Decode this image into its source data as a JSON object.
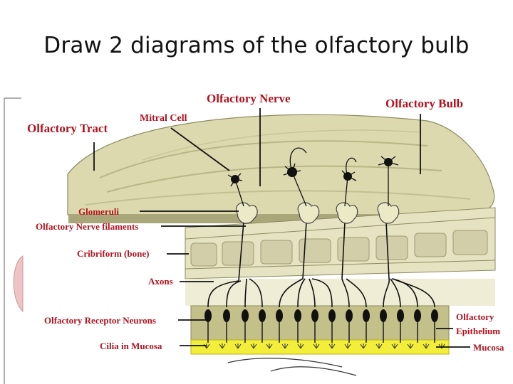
{
  "slide": {
    "title": "Draw 2 diagrams of the olfactory bulb"
  },
  "diagram": {
    "labels": {
      "olfactory_nerve": "Olfactory Nerve",
      "olfactory_bulb": "Olfactory Bulb",
      "mitral_cell": "Mitral Cell",
      "olfactory_tract": "Olfactory Tract",
      "glomeruli": "Glomeruli",
      "nerve_filaments": "Olfactory Nerve filaments",
      "cribriform": "Cribriform (bone)",
      "axons": "Axons",
      "receptor_neurons": "Olfactory Receptor Neurons",
      "cilia": "Cilia in Mucosa",
      "epithelium_line1": "Olfactory",
      "epithelium_line2": "Epithelium",
      "mucosa": "Mucosa"
    },
    "colors": {
      "bulb_fill": "#dcd9ae",
      "bulb_dark": "#a9a679",
      "bone_fill": "#e6e3c2",
      "epithelium_fill": "#c4c08a",
      "mucosa_fill": "#f2ee3a",
      "label_red": "#b0121e",
      "cell_black": "#111111",
      "side_shape": "#f0c4c4"
    }
  }
}
